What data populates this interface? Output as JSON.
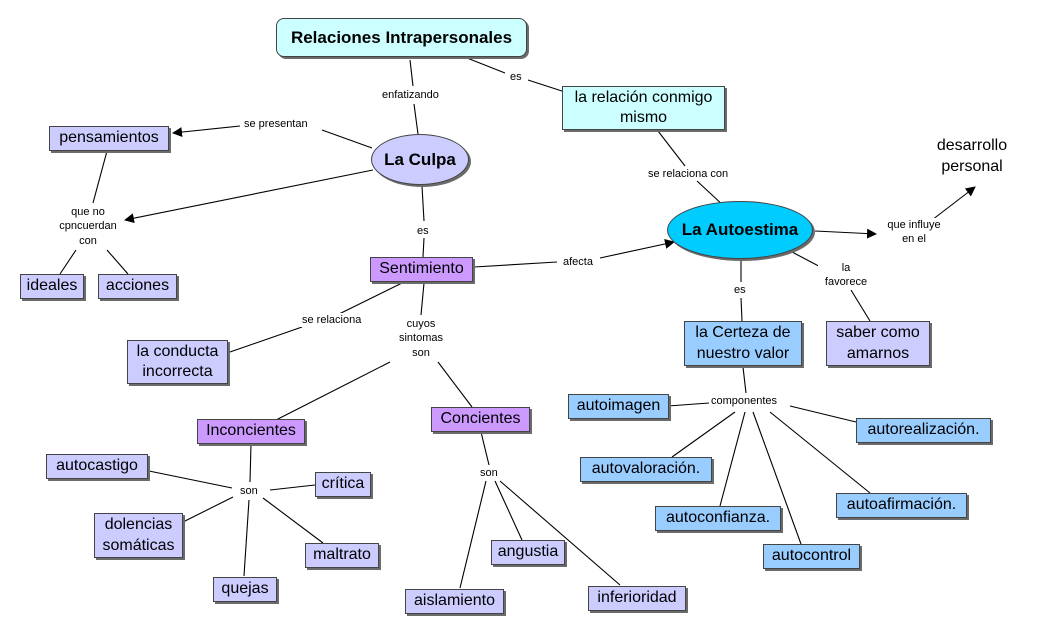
{
  "nodes": {
    "relaciones": "Relaciones Intrapersonales",
    "relacion_conmigo": "la relación conmigo mismo",
    "pensamientos": "pensamientos",
    "la_culpa": "La Culpa",
    "desarrollo": "desarrollo personal",
    "la_autoestima": "La Autoestima",
    "ideales": "ideales",
    "acciones": "acciones",
    "sentimiento": "Sentimiento",
    "conducta": "la conducta incorrecta",
    "certeza": "la Certeza de nuestro valor",
    "saber": "saber como amarnos",
    "autoimagen": "autoimagen",
    "autorealizacion": "autorealización.",
    "inconcientes": "Inconcientes",
    "concientes": "Concientes",
    "autocastigo": "autocastigo",
    "autovaloracion": "autovaloración.",
    "critica": "crítica",
    "dolencias": "dolencias somáticas",
    "autoconfianza": "autoconfianza.",
    "autoafirmacion": "autoafirmación.",
    "angustia": "angustia",
    "maltrato": "maltrato",
    "autocontrol": "autocontrol",
    "quejas": "quejas",
    "aislamiento": "aislamiento",
    "inferioridad": "inferioridad"
  },
  "labels": {
    "enfatizando": "enfatizando",
    "es_1": "es",
    "se_presentan": "se presentan",
    "se_relaciona_con": "se relaciona con",
    "que_no_concuerdan": "que no cpncuerdan con",
    "es_2": "es",
    "que_influye": "que influye en el",
    "afecta": "afecta",
    "la_favorece": "la favorece",
    "es_3": "es",
    "se_relaciona": "se relaciona",
    "cuyos_sintomas": "cuyos sintomas son",
    "componentes": "componentes",
    "son_1": "son",
    "son_2": "son"
  },
  "colors": {
    "lavender": "#ccccff",
    "purple": "#cc99ff",
    "blue": "#99ccff",
    "cyan": "#ccffff",
    "autoestima": "#00ccff"
  }
}
